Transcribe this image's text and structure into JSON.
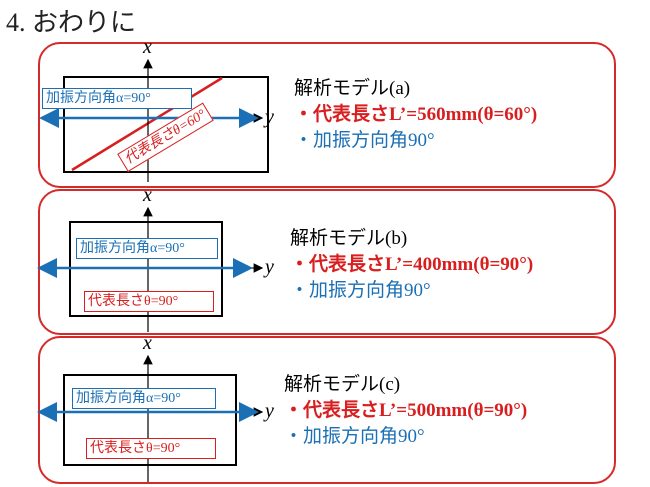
{
  "title": "4. おわりに",
  "axes": {
    "x": "x",
    "y": "y"
  },
  "panels": [
    {
      "model": "解析モデル(a)",
      "length_line": "・代表長さL’=560mm(θ=60°)",
      "direction_line": "・加振方向角90°",
      "direction_box": "加振方向角α=90°",
      "length_box": "代表長さθ=60°"
    },
    {
      "model": "解析モデル(b)",
      "length_line": "・代表長さL’=400mm(θ=90°)",
      "direction_line": "・加振方向角90°",
      "direction_box": "加振方向角α=90°",
      "length_box": "代表長さθ=90°"
    },
    {
      "model": "解析モデル(c)",
      "length_line": "・代表長さL’=500mm(θ=90°)",
      "direction_line": "・加振方向角90°",
      "direction_box": "加振方向角α=90°",
      "length_box": "代表長さθ=90°"
    }
  ],
  "colors": {
    "red": "#d81e1e",
    "blue": "#1a6fb5",
    "border": "#d42a2a"
  }
}
